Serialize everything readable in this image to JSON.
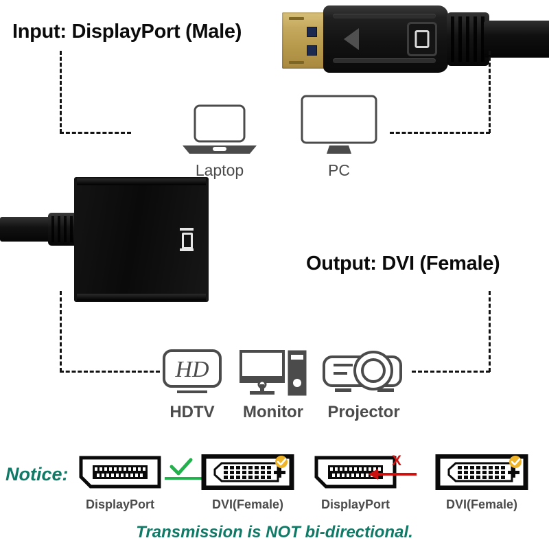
{
  "headings": {
    "input": "Input: DisplayPort (Male)",
    "output": "Output: DVI (Female)"
  },
  "source_devices": [
    {
      "label": "Laptop",
      "icon": "laptop-icon"
    },
    {
      "label": "PC",
      "icon": "pc-monitor-icon"
    }
  ],
  "output_devices": [
    {
      "label": "HDTV",
      "icon": "hdtv-icon",
      "badge_text": "HD"
    },
    {
      "label": "Monitor",
      "icon": "monitor-tower-icon"
    },
    {
      "label": "Projector",
      "icon": "projector-icon"
    }
  ],
  "connectors": {
    "displayport_male": {
      "name": "displayport-male-connector",
      "logo": "displayport-logo-icon"
    },
    "dvi_female_adapter": {
      "name": "dvi-female-adapter",
      "logo": "displayport-logo-icon"
    }
  },
  "notice": {
    "label": "Notice:",
    "transmission": "Transmission is NOT bi-directional.",
    "pairs": [
      {
        "from": "DisplayPort",
        "to": "DVI(Female)",
        "direction": "right",
        "mark": "✓",
        "status": "supported",
        "color": "#22b14c"
      },
      {
        "from": "DisplayPort",
        "to": "DVI(Female)",
        "direction": "left",
        "mark": "X",
        "status": "not-supported",
        "color": "#cc1111"
      }
    ]
  },
  "colors": {
    "heading_text": "#0b0b0b",
    "icon_stroke": "#4b4b4b",
    "notice_teal": "#117a67",
    "ok_green": "#22b14c",
    "bad_red": "#cc1111",
    "badge_gold": "#f0b428",
    "dashed_line": "#111111"
  }
}
